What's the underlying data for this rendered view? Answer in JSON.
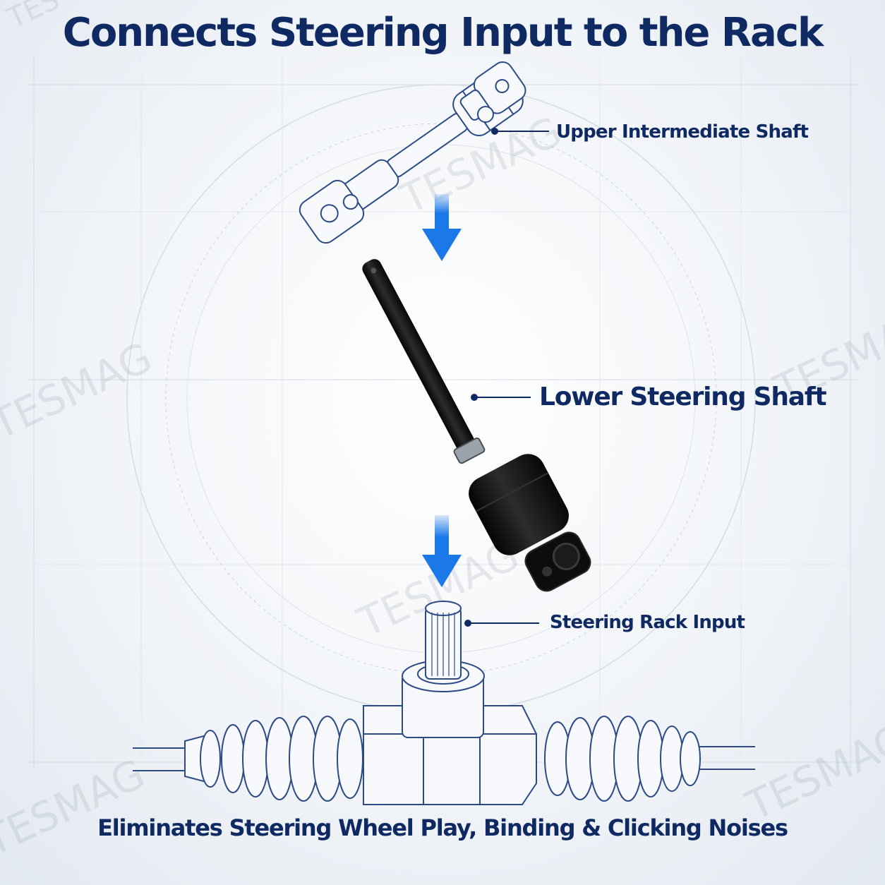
{
  "title": "Connects Steering Input to the Rack",
  "labels": {
    "upper": "Upper Intermediate Shaft",
    "lower": "Lower Steering Shaft",
    "rack": "Steering Rack Input"
  },
  "subtitle": "Eliminates Steering Wheel Play, Binding & Clicking Noises",
  "watermark": "TESMAG",
  "watermark_partial_tl": "TES",
  "colors": {
    "heading": "#0f2a63",
    "arrow": "#1a78e8",
    "blueprint_line": "#2b4a86",
    "part_black": "#111111"
  }
}
